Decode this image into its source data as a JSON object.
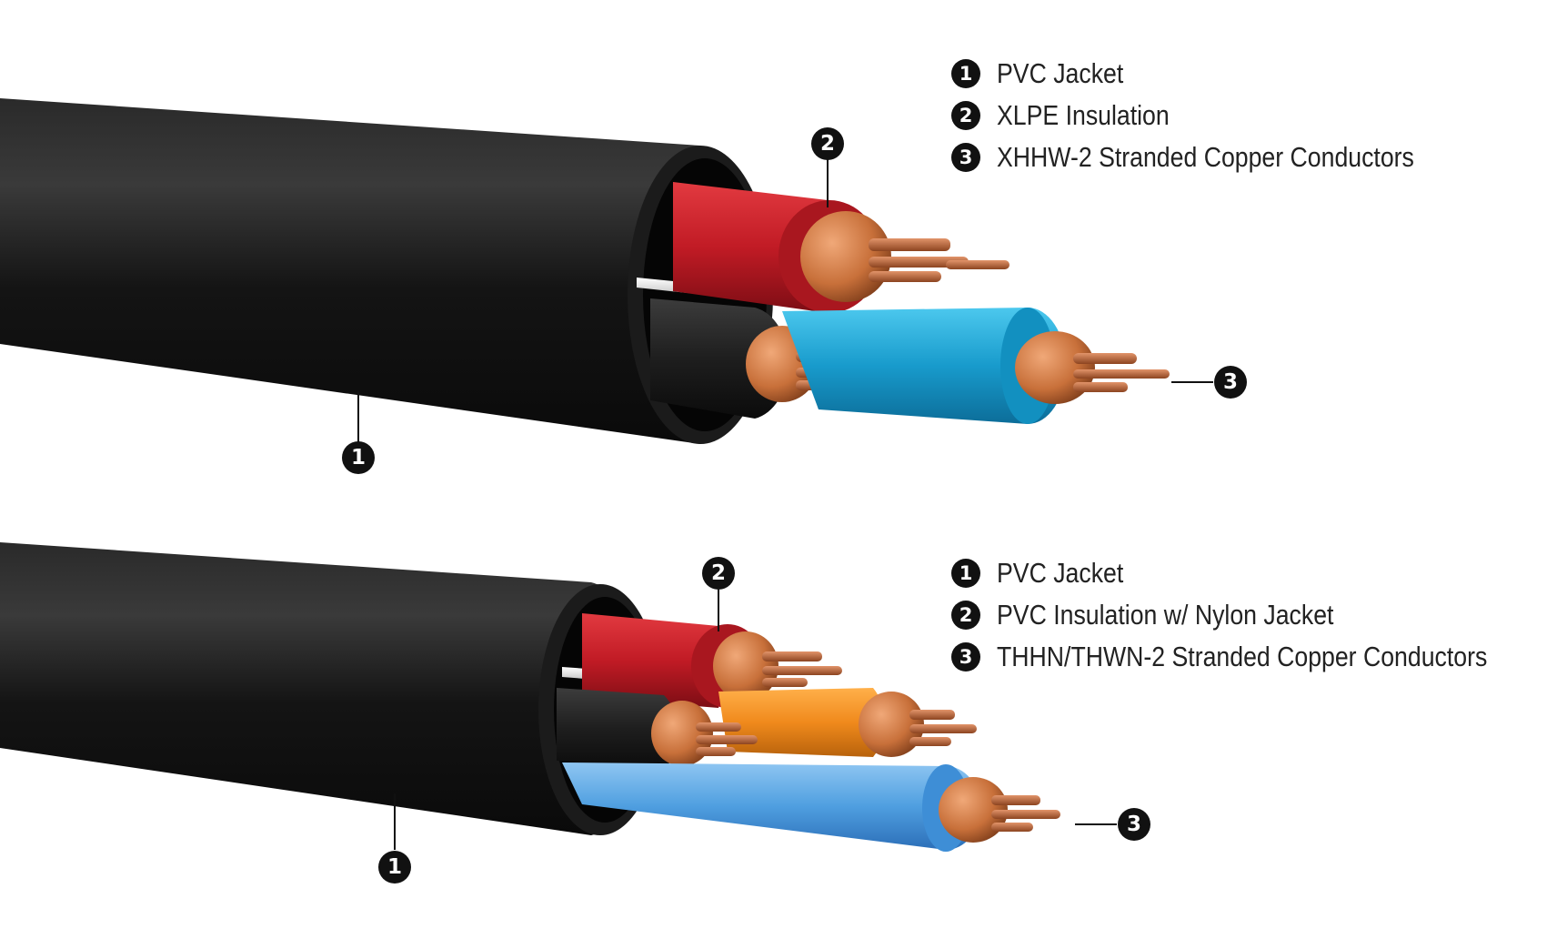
{
  "colors": {
    "jacket": "#141414",
    "red_insulation": "#c8202a",
    "blue_insulation": "#1a9fd0",
    "light_blue_insulation": "#4a9fe0",
    "orange_insulation": "#f08a1c",
    "black_insulation": "#1c1c1c",
    "copper": "#c8703a",
    "callout": "#111111"
  },
  "cables": [
    {
      "legend": [
        {
          "number": "1",
          "label": "PVC Jacket"
        },
        {
          "number": "2",
          "label": "XLPE Insulation"
        },
        {
          "number": "3",
          "label": "XHHW-2 Stranded Copper Conductors"
        }
      ],
      "callouts": {
        "jacket": "1",
        "insulation": "2",
        "conductor": "3"
      }
    },
    {
      "legend": [
        {
          "number": "1",
          "label": "PVC Jacket"
        },
        {
          "number": "2",
          "label": "PVC Insulation w/ Nylon Jacket"
        },
        {
          "number": "3",
          "label": "THHN/THWN-2 Stranded Copper Conductors"
        }
      ],
      "callouts": {
        "jacket": "1",
        "insulation": "2",
        "conductor": "3"
      }
    }
  ]
}
